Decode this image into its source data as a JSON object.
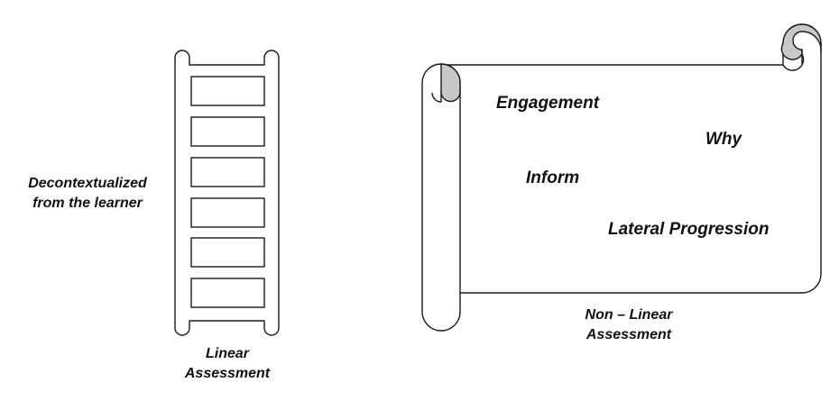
{
  "left_label": {
    "line1": "Decontextualized",
    "line2": "from the learner"
  },
  "ladder_caption": {
    "line1": "Linear",
    "line2": "Assessment"
  },
  "scroll_items": {
    "engagement": "Engagement",
    "why": "Why",
    "inform": "Inform",
    "lateral": "Lateral Progression"
  },
  "scroll_caption": {
    "line1": "Non – Linear",
    "line2": "Assessment"
  },
  "colors": {
    "stroke": "#1a1a1a",
    "curl_fill": "#c8c8c8",
    "text": "#111111"
  }
}
